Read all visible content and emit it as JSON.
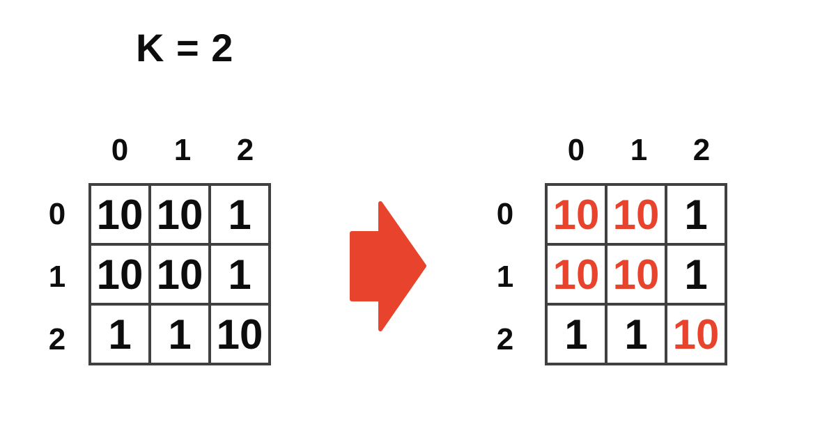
{
  "title": "K = 2",
  "colors": {
    "accent": "#e8432c",
    "grid_border": "#404040",
    "text": "#0d0d0d",
    "background": "#ffffff"
  },
  "arrow_icon": "right-block-arrow",
  "matrices": {
    "left": {
      "col_labels": [
        "0",
        "1",
        "2"
      ],
      "row_labels": [
        "0",
        "1",
        "2"
      ],
      "values": [
        [
          "10",
          "10",
          "1"
        ],
        [
          "10",
          "10",
          "1"
        ],
        [
          "1",
          "1",
          "10"
        ]
      ],
      "highlights": [
        [
          false,
          false,
          false
        ],
        [
          false,
          false,
          false
        ],
        [
          false,
          false,
          false
        ]
      ]
    },
    "right": {
      "col_labels": [
        "0",
        "1",
        "2"
      ],
      "row_labels": [
        "0",
        "1",
        "2"
      ],
      "values": [
        [
          "10",
          "10",
          "1"
        ],
        [
          "10",
          "10",
          "1"
        ],
        [
          "1",
          "1",
          "10"
        ]
      ],
      "highlights": [
        [
          true,
          true,
          false
        ],
        [
          true,
          true,
          false
        ],
        [
          false,
          false,
          true
        ]
      ]
    }
  }
}
